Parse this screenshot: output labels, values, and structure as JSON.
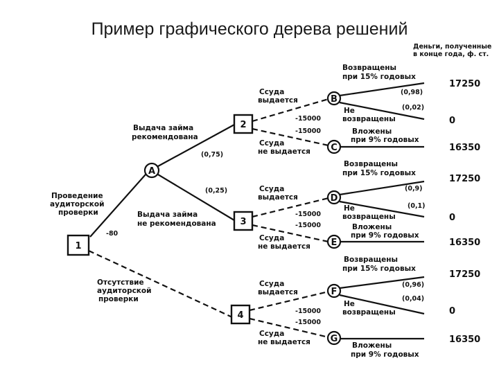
{
  "title": "Пример графического дерева решений",
  "header_money": [
    "Деньги, полученные",
    "в конце года, ф. ст."
  ],
  "nodes": {
    "n1": "1",
    "n2": "2",
    "n3": "3",
    "n4": "4",
    "A": "A",
    "B": "B",
    "C": "C",
    "D": "D",
    "E": "E",
    "F": "F",
    "G": "G"
  },
  "labels": {
    "audit": [
      "Проведение",
      "аудиторской",
      "проверки"
    ],
    "no_audit": [
      "Отсутствие",
      "аудиторской",
      "проверки"
    ],
    "audit_cost": "-80",
    "loan_recommended": [
      "Выдача займа",
      "рекомендована"
    ],
    "loan_not_recommended": [
      "Выдача займа",
      "не рекомендована"
    ],
    "prob_A_up": "(0,75)",
    "prob_A_down": "(0,25)",
    "loan_issued": [
      "Ссуда",
      "выдается"
    ],
    "loan_not_issued": [
      "Ссуда",
      "не выдается"
    ],
    "loan_amount": "-15000",
    "returned": [
      "Возвращены",
      "при 15% годовых"
    ],
    "not_returned": [
      "Не",
      "возвращены"
    ],
    "invested": [
      "Вложены",
      "при 9% годовых"
    ],
    "prob_B_up": "(0,98)",
    "prob_B_down": "(0,02)",
    "prob_D_up": "(0,9)",
    "prob_D_down": "(0,1)",
    "prob_F_up": "(0,96)",
    "prob_F_down": "(0,04)"
  },
  "outcomes": {
    "o1": "17250",
    "o2": "0",
    "o3": "16350",
    "o4": "17250",
    "o5": "0",
    "o6": "16350",
    "o7": "17250",
    "o8": "0",
    "o9": "16350"
  }
}
